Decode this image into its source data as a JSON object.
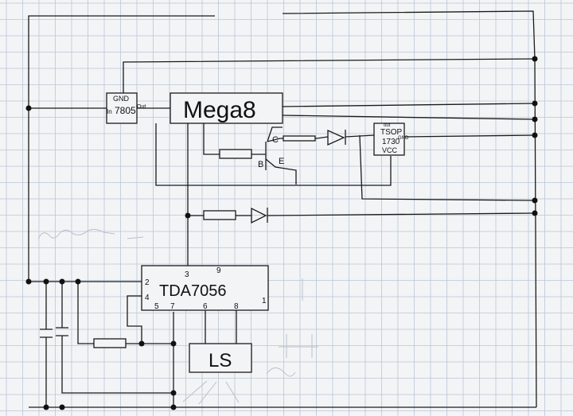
{
  "colors": {
    "paper": "#f3f4f6",
    "grid": "#b9c6d6",
    "ink": "#1a1a1a"
  },
  "components": {
    "regulator": {
      "pin_gnd": "GND",
      "part": "7805",
      "pin_in": "In",
      "pin_out": "Out"
    },
    "mcu": {
      "label": "Mega8"
    },
    "ir_receiver": {
      "pin_out": "out",
      "line1": "TSOP",
      "line2": "1730",
      "pin_gnd": "GND",
      "pin_vcc": "VCC"
    },
    "transistor": {
      "collector": "C",
      "base": "B",
      "emitter": "E"
    },
    "amplifier": {
      "label": "TDA7056",
      "pin_2": "2",
      "pin_3": "3",
      "pin_9": "9",
      "pin_4": "4",
      "pin_5": "5",
      "pin_7": "7",
      "pin_6": "6",
      "pin_8": "8",
      "pin_1": "1"
    },
    "speaker": {
      "label": "LS"
    }
  }
}
